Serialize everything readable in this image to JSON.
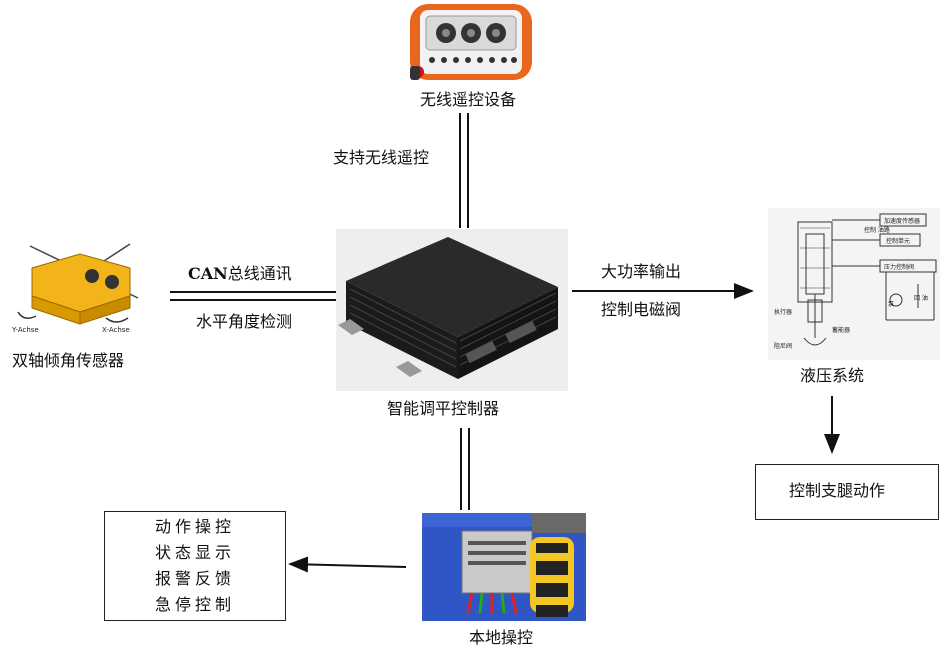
{
  "nodes": {
    "remote": {
      "label": "无线遥控设备"
    },
    "controller": {
      "label": "智能调平控制器"
    },
    "sensor": {
      "label": "双轴倾角传感器",
      "axis_y": "Y-Achse",
      "axis_x": "X-Achse"
    },
    "hydraulic": {
      "label": "液压系统"
    },
    "local": {
      "label": "本地操控"
    },
    "outrigger": {
      "label": "控制支腿动作"
    },
    "functions": {
      "items": [
        "动作操控",
        "状态显示",
        "报警反馈",
        "急停控制"
      ]
    }
  },
  "edges": {
    "remote_to_controller": {
      "label": "支持无线遥控"
    },
    "sensor_to_controller": {
      "label_top_bold": "CAN",
      "label_top_rest": "总线通讯",
      "label_bottom": "水平角度检测"
    },
    "controller_to_hydraulic": {
      "label_top": "大功率输出",
      "label_bottom": "控制电磁阀"
    }
  },
  "hydraulic_schematic": {
    "labels": [
      "加速度传感器",
      "控制单元",
      "压力控制阀",
      "执行器",
      "蓄能器",
      "阻尼阀",
      "泵",
      "回 油",
      "控制 油路"
    ]
  },
  "colors": {
    "line": "#111111",
    "remote_orange": "#e8671c",
    "sensor_yellow": "#f2b418",
    "box_dark": "#1b1b1b",
    "local_blue": "#2f56c4"
  }
}
